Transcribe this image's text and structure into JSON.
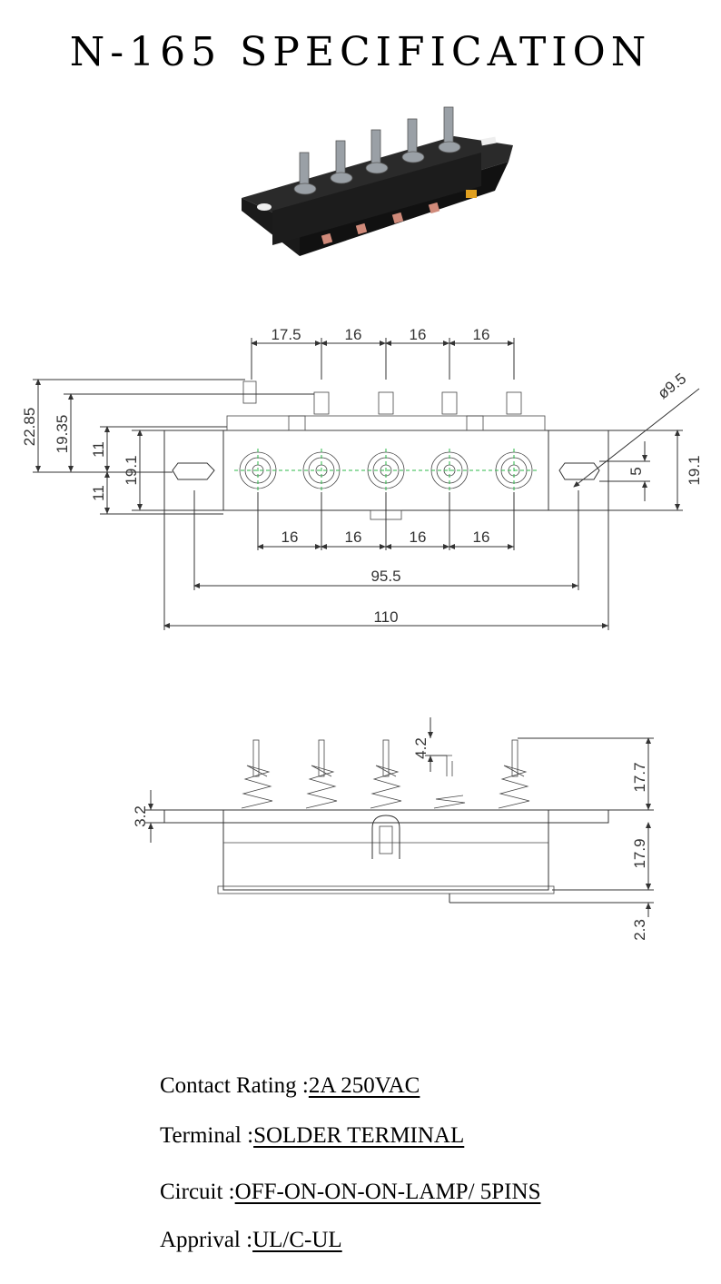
{
  "title": "N-165 SPECIFICATION",
  "top_view": {
    "top_pitches": [
      "17.5",
      "16",
      "16",
      "16"
    ],
    "bottom_pitches": [
      "16",
      "16",
      "16",
      "16"
    ],
    "mount_span": "95.5",
    "overall_length": "110",
    "left_dims": [
      "22.85",
      "19.35",
      "19.1",
      "11",
      "11"
    ],
    "right_dims": [
      "5",
      "19.1"
    ],
    "knob_diameter": "ø9.5"
  },
  "side_view": {
    "dims": [
      "4.2",
      "17.7",
      "3.2",
      "17.9",
      "2.3"
    ]
  },
  "specs": [
    {
      "label": "Contact Rating :",
      "value": "2A 250VAC "
    },
    {
      "label": "Terminal  :",
      "value": "SOLDER TERMINAL"
    },
    {
      "label": "Circuit   :",
      "value": "OFF-ON-ON-ON-LAMP/ 5PINS"
    },
    {
      "label": "Apprival  :",
      "value": "UL/C-UL"
    }
  ]
}
